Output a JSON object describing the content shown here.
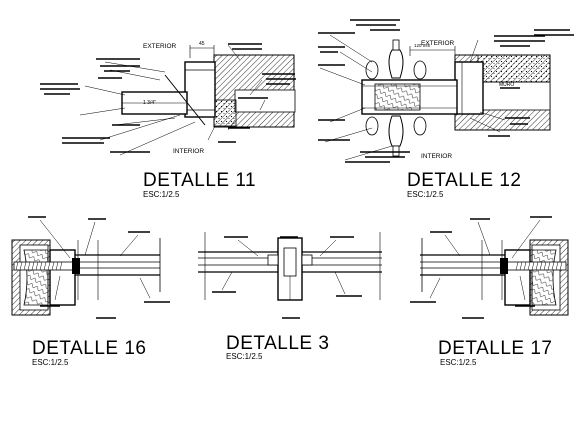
{
  "details": {
    "d11": {
      "title": "DETALLE 11",
      "scale": "ESC:1/2.5",
      "labels": {
        "exterior": "EXTERIOR",
        "interior": "INTERIOR",
        "dim": "45",
        "small": "1 3/4\""
      }
    },
    "d12": {
      "title": "DETALLE 12",
      "scale": "ESC:1/2.5",
      "labels": {
        "exterior": "EXTERIOR",
        "interior": "INTERIOR",
        "dim": "120 mm",
        "muro": "MURO"
      }
    },
    "d16": {
      "title": "DETALLE 16",
      "scale": "ESC:1/2.5"
    },
    "d3": {
      "title": "DETALLE 3",
      "scale": "ESC:1/2.5"
    },
    "d17": {
      "title": "DETALLE 17",
      "scale": "ESC:1/2.5"
    }
  },
  "colors": {
    "ink": "#000000",
    "paper": "#ffffff",
    "hatch": "#000000"
  }
}
